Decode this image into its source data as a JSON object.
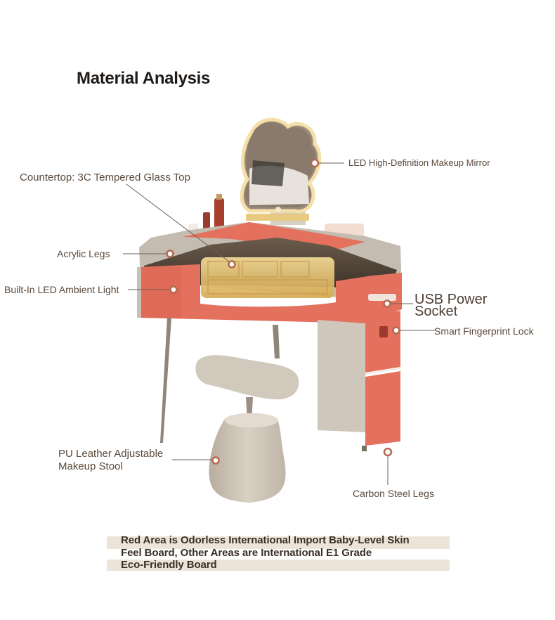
{
  "title": "Material Analysis",
  "labels": {
    "mirror": "LED High-Definition Makeup Mirror",
    "countertop": "Countertop: 3C Tempered Glass Top",
    "acrylic_legs": "Acrylic Legs",
    "ambient_light": "Built-In LED Ambient Light",
    "usb_line1": "USB Power",
    "usb_line2": "Socket",
    "fingerprint_lock": "Smart Fingerprint Lock",
    "stool_line1": "PU Leather Adjustable",
    "stool_line2": "Makeup Stool",
    "carbon_legs": "Carbon Steel Legs"
  },
  "note": {
    "line1": "Red Area is Odorless International Import Baby-Level Skin",
    "line2": "Feel Board, Other Areas are International E1 Grade",
    "line3": "Eco-Friendly Board"
  },
  "colors": {
    "coral": "#e4705e",
    "beige": "#c9c0b5",
    "gold": "#e8c77a",
    "note_band": "#ede4d9",
    "label_text": "#5b4a3c"
  }
}
